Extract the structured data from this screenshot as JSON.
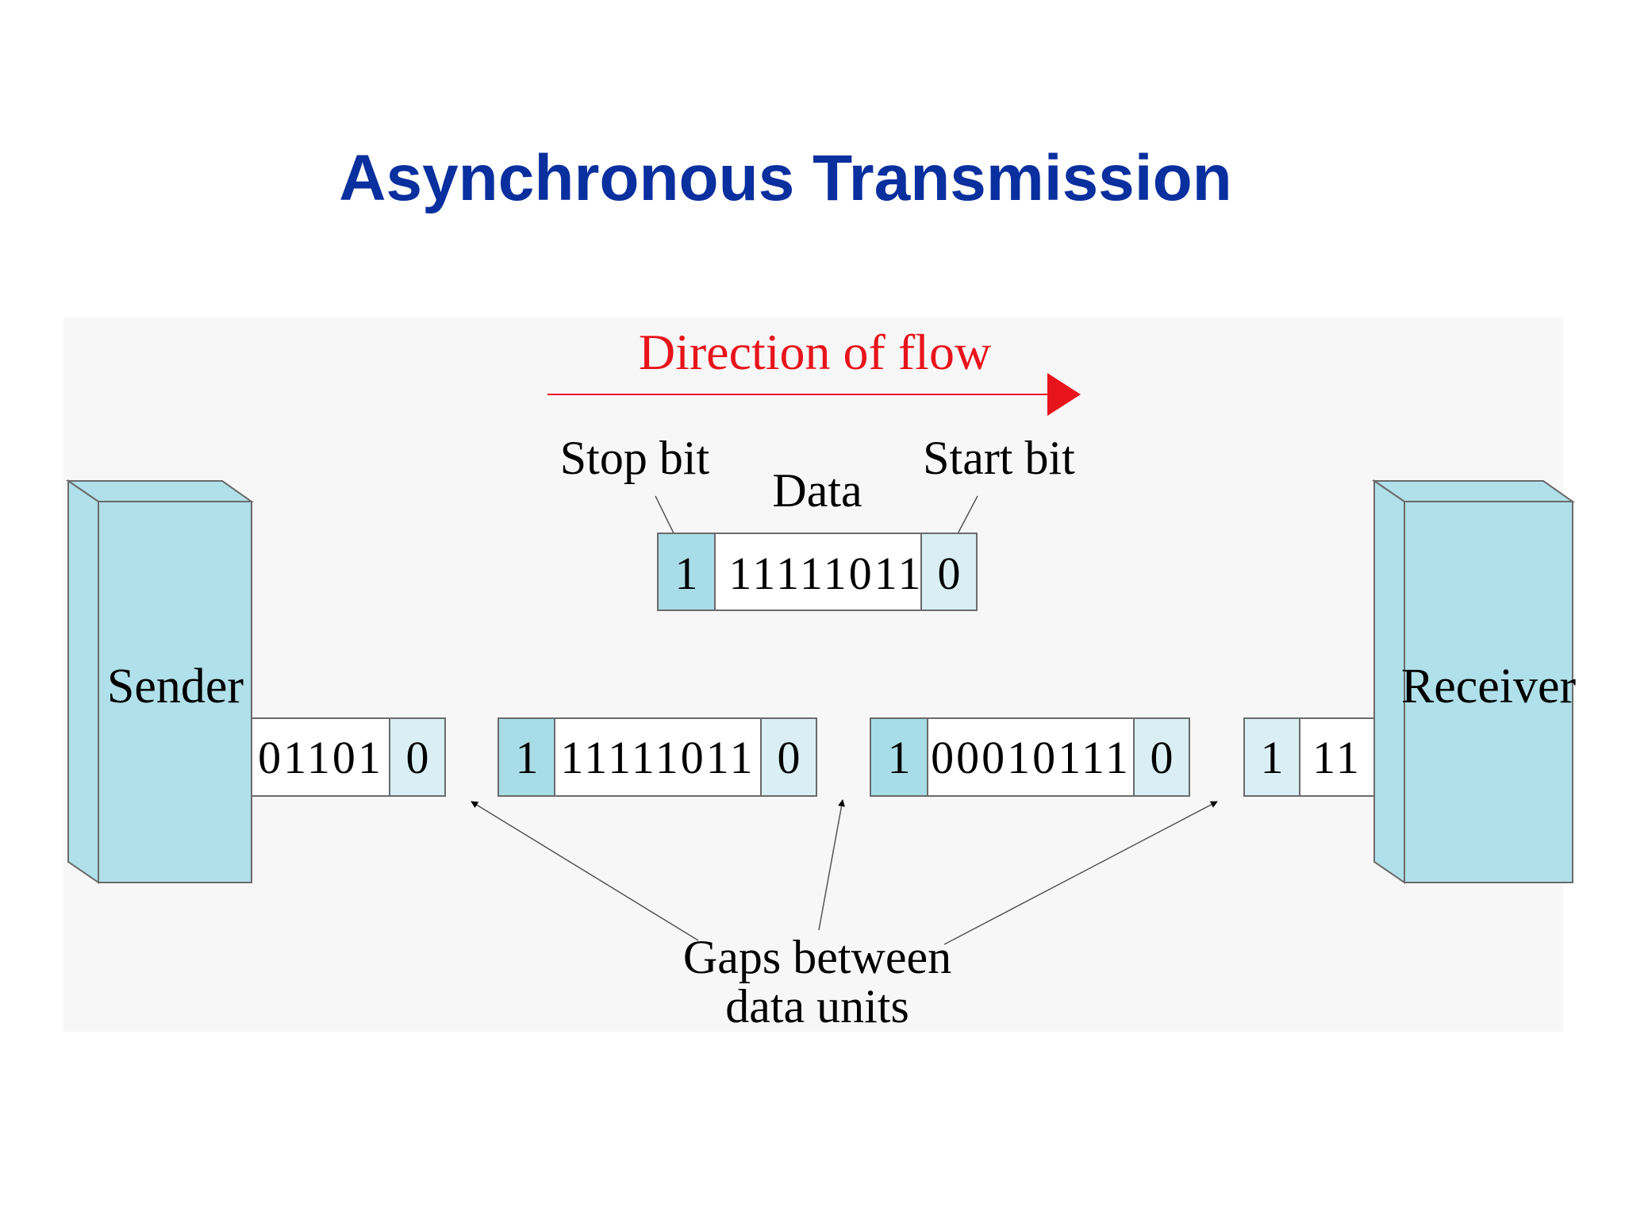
{
  "slide": {
    "title": "Asynchronous Transmission"
  },
  "diagram": {
    "direction_label": "Direction of flow",
    "stop_bit_label": "Stop bit",
    "data_label": "Data",
    "start_bit_label": "Start bit",
    "sender_label": "Sender",
    "receiver_label": "Receiver",
    "gaps_label_line1": "Gaps between",
    "gaps_label_line2": "data units",
    "detail_frame": {
      "stop": "1",
      "data": "11111011",
      "start": "0"
    },
    "stream": {
      "partial_sender": {
        "data": "01101",
        "start": "0"
      },
      "frame_1": {
        "stop": "1",
        "data": "11111011",
        "start": "0"
      },
      "frame_2": {
        "stop": "1",
        "data": "00010111",
        "start": "0"
      },
      "partial_receiver": {
        "stop": "1",
        "data": "11"
      }
    }
  },
  "colors": {
    "title": "#0a2f9e",
    "direction": "#e8141c",
    "device_fill": "#b0e0ea",
    "stop_fill": "#a8dce6",
    "start_fill": "#d9eff3",
    "data_fill": "#ffffff",
    "panel_bg": "#f7f7f7",
    "outline": "#6b6b6b"
  }
}
